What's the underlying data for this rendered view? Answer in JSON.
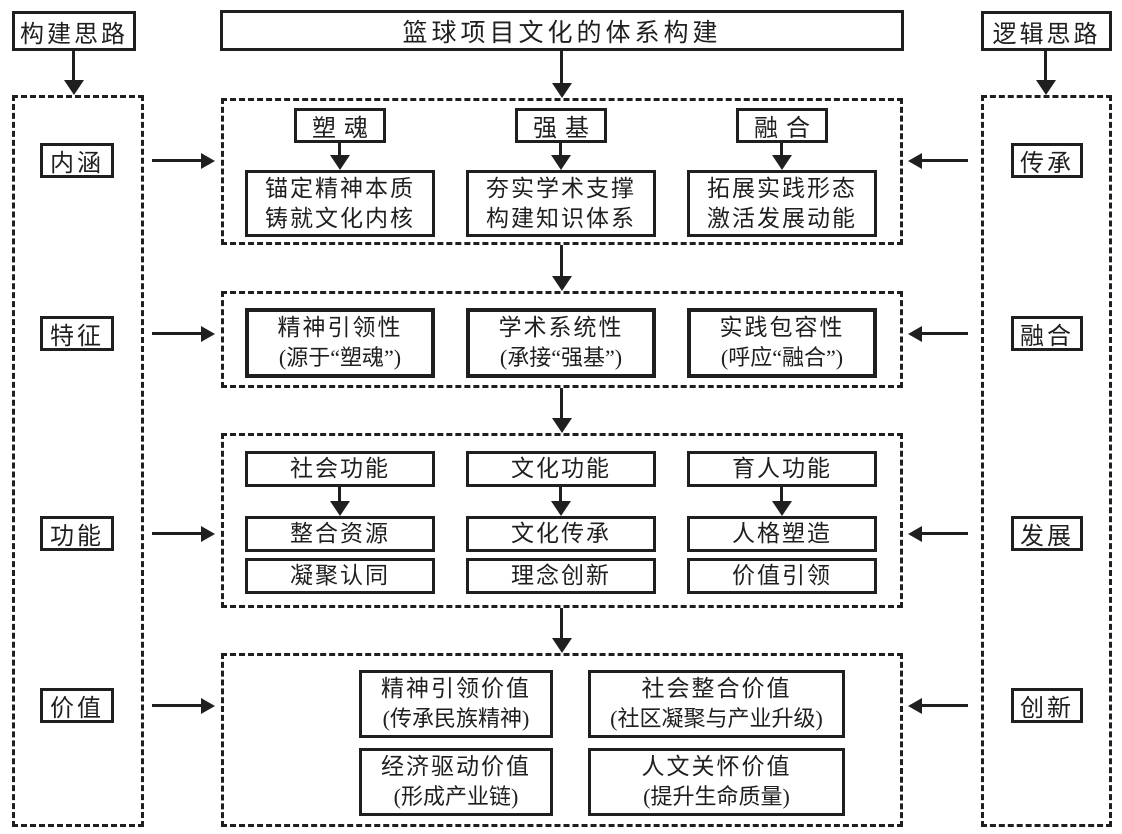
{
  "colors": {
    "ink": "#1f1f1f",
    "background": "#ffffff"
  },
  "header": {
    "left_label": "构建思路",
    "title": "篮球项目文化的体系构建",
    "right_label": "逻辑思路"
  },
  "left_axis": {
    "items": [
      "内涵",
      "特征",
      "功能",
      "价值"
    ]
  },
  "right_axis": {
    "items": [
      "传承",
      "融合",
      "发展",
      "创新"
    ]
  },
  "sections": {
    "connotation": {
      "columns": [
        {
          "tag": "塑魂",
          "line1": "锚定精神本质",
          "line2": "铸就文化内核"
        },
        {
          "tag": "强基",
          "line1": "夯实学术支撑",
          "line2": "构建知识体系"
        },
        {
          "tag": "融合",
          "line1": "拓展实践形态",
          "line2": "激活发展动能"
        }
      ]
    },
    "characteristics": {
      "boxes": [
        {
          "line1": "精神引领性",
          "line2": "(源于“塑魂”)"
        },
        {
          "line1": "学术系统性",
          "line2": "(承接“强基”)"
        },
        {
          "line1": "实践包容性",
          "line2": "(呼应“融合”)"
        }
      ]
    },
    "functions": {
      "columns": [
        {
          "header": "社会功能",
          "primary": "整合资源",
          "secondary": "凝聚认同"
        },
        {
          "header": "文化功能",
          "primary": "文化传承",
          "secondary": "理念创新"
        },
        {
          "header": "育人功能",
          "primary": "人格塑造",
          "secondary": "价值引领"
        }
      ]
    },
    "values": {
      "boxes": [
        {
          "line1": "精神引领价值",
          "line2": "(传承民族精神)"
        },
        {
          "line1": "社会整合价值",
          "line2": "(社区凝聚与产业升级)"
        },
        {
          "line1": "经济驱动价值",
          "line2": "(形成产业链)"
        },
        {
          "line1": "人文关怀价值",
          "line2": "(提升生命质量)"
        }
      ]
    }
  }
}
